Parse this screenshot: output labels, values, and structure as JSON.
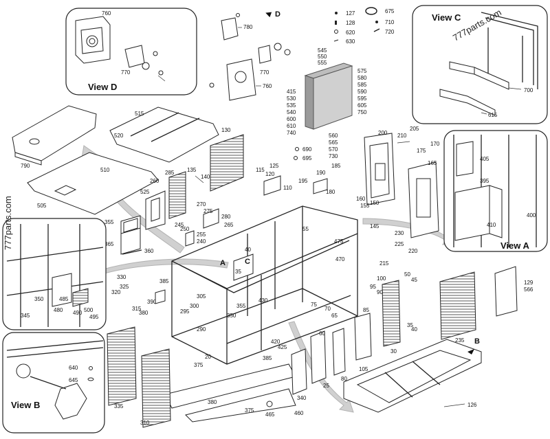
{
  "views": {
    "d_title": "View D",
    "c_title": "View C",
    "a_title": "View A",
    "b_title": "View B"
  },
  "markers": {
    "a": "A",
    "b": "B",
    "c": "C",
    "d": "D"
  },
  "watermarks": {
    "top_right": "777parts.com",
    "left_side": "777parts.com"
  },
  "callouts": {
    "view_d": [
      "760",
      "770"
    ],
    "d_assembly": [
      "780",
      "770",
      "760"
    ],
    "legend": [
      "127",
      "128",
      "620",
      "630",
      "675",
      "710",
      "720"
    ],
    "panel_left": [
      "415",
      "530",
      "535",
      "540",
      "600",
      "610",
      "740"
    ],
    "panel_top": [
      "545",
      "550",
      "555"
    ],
    "panel_right": [
      "575",
      "580",
      "585",
      "590",
      "595",
      "605",
      "750"
    ],
    "panel_bottom": [
      "560",
      "565",
      "570",
      "730"
    ],
    "view_c": [
      "700",
      "615"
    ],
    "roof": [
      "515",
      "520",
      "790",
      "510",
      "505"
    ],
    "filter": [
      "130",
      "135",
      "140",
      "285",
      "260",
      "525"
    ],
    "mid": [
      "690",
      "695",
      "115",
      "125",
      "120",
      "110",
      "190",
      "195",
      "185",
      "180",
      "270",
      "275",
      "280",
      "265",
      "250",
      "245",
      "255",
      "240",
      "55"
    ],
    "door_right": [
      "200",
      "210",
      "205",
      "175",
      "170",
      "165",
      "160",
      "155",
      "150",
      "145"
    ],
    "view_a": [
      "405",
      "395",
      "400",
      "410"
    ],
    "left_inset": [
      "330",
      "325",
      "320",
      "315",
      "385",
      "390",
      "350",
      "485",
      "480",
      "490",
      "500",
      "495",
      "345"
    ],
    "filters_left": [
      "355",
      "365",
      "360"
    ],
    "center": [
      "475",
      "470",
      "40",
      "35",
      "380",
      "305",
      "295",
      "300",
      "290",
      "355",
      "350",
      "430",
      "20",
      "375",
      "380",
      "375",
      "385",
      "420",
      "425",
      "465",
      "460",
      "340",
      "25",
      "75",
      "70",
      "65",
      "60",
      "80",
      "85",
      "105",
      "30",
      "95",
      "90",
      "100",
      "230",
      "225",
      "220",
      "215"
    ],
    "grille_right": [
      "50",
      "45",
      "35",
      "40",
      "235",
      "129",
      "566"
    ],
    "bottom_left": [
      "335",
      "310"
    ],
    "view_b": [
      "640",
      "645"
    ],
    "base": [
      "126"
    ]
  }
}
